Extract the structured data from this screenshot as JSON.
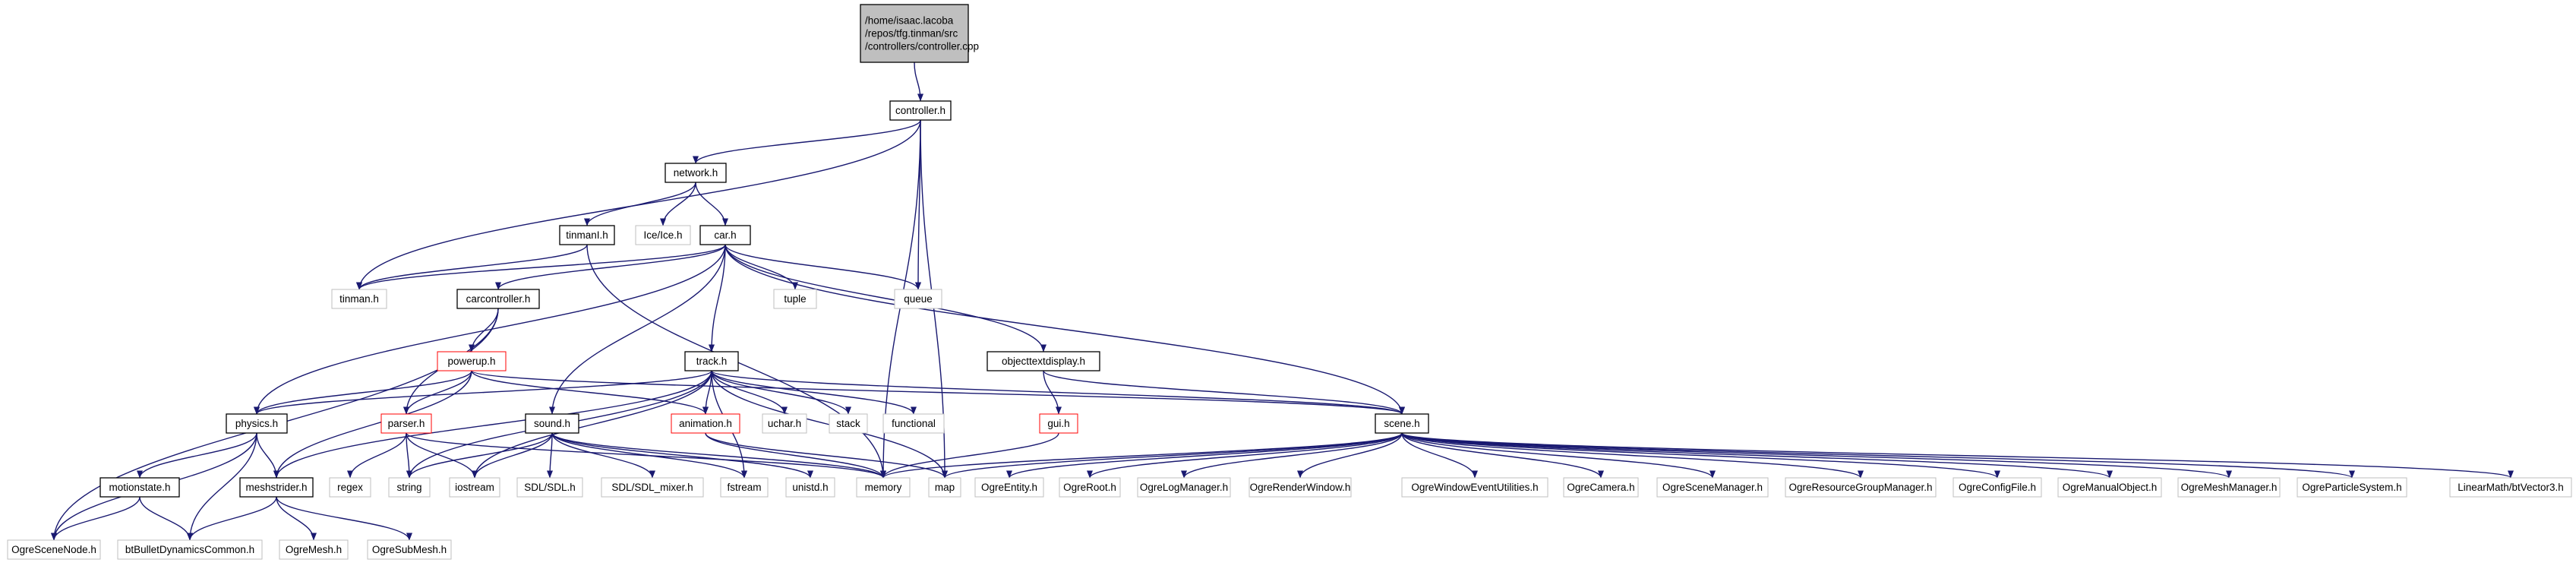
{
  "graph": {
    "title": "Include dependency graph for controller.cpp",
    "edge_color": "#191970",
    "nodes": {
      "root": {
        "lines": [
          "/home/isaac.lacoba",
          "/repos/tfg.tinman/src",
          "/controllers/controller.cpp"
        ],
        "kind": "root"
      },
      "controller": {
        "lines": [
          "controller.h"
        ],
        "kind": "documented"
      },
      "network": {
        "lines": [
          "network.h"
        ],
        "kind": "documented"
      },
      "tinman": {
        "lines": [
          "tinman.h"
        ],
        "kind": "external"
      },
      "tinmanI": {
        "lines": [
          "tinmanI.h"
        ],
        "kind": "documented"
      },
      "iceh": {
        "lines": [
          "Ice/Ice.h"
        ],
        "kind": "external"
      },
      "car": {
        "lines": [
          "car.h"
        ],
        "kind": "documented"
      },
      "tuple": {
        "lines": [
          "tuple"
        ],
        "kind": "external"
      },
      "queue": {
        "lines": [
          "queue"
        ],
        "kind": "external"
      },
      "carcontroller": {
        "lines": [
          "carcontroller.h"
        ],
        "kind": "documented"
      },
      "powerup": {
        "lines": [
          "powerup.h"
        ],
        "kind": "truncated"
      },
      "track": {
        "lines": [
          "track.h"
        ],
        "kind": "documented"
      },
      "objecttextdisplay": {
        "lines": [
          "objecttextdisplay.h"
        ],
        "kind": "documented"
      },
      "physics": {
        "lines": [
          "physics.h"
        ],
        "kind": "documented"
      },
      "parser": {
        "lines": [
          "parser.h"
        ],
        "kind": "truncated"
      },
      "sound": {
        "lines": [
          "sound.h"
        ],
        "kind": "documented"
      },
      "animation": {
        "lines": [
          "animation.h"
        ],
        "kind": "truncated"
      },
      "uchar": {
        "lines": [
          "uchar.h"
        ],
        "kind": "external"
      },
      "stack": {
        "lines": [
          "stack"
        ],
        "kind": "external"
      },
      "functional": {
        "lines": [
          "functional"
        ],
        "kind": "external"
      },
      "gui": {
        "lines": [
          "gui.h"
        ],
        "kind": "truncated"
      },
      "scene": {
        "lines": [
          "scene.h"
        ],
        "kind": "documented"
      },
      "motionstate": {
        "lines": [
          "motionstate.h"
        ],
        "kind": "documented"
      },
      "meshstrider": {
        "lines": [
          "meshstrider.h"
        ],
        "kind": "documented"
      },
      "regex": {
        "lines": [
          "regex"
        ],
        "kind": "external"
      },
      "string": {
        "lines": [
          "string"
        ],
        "kind": "external"
      },
      "iostream": {
        "lines": [
          "iostream"
        ],
        "kind": "external"
      },
      "sdl": {
        "lines": [
          "SDL/SDL.h"
        ],
        "kind": "external"
      },
      "sdlmixer": {
        "lines": [
          "SDL/SDL_mixer.h"
        ],
        "kind": "external"
      },
      "fstream": {
        "lines": [
          "fstream"
        ],
        "kind": "external"
      },
      "unistd": {
        "lines": [
          "unistd.h"
        ],
        "kind": "external"
      },
      "memory": {
        "lines": [
          "memory"
        ],
        "kind": "external"
      },
      "map": {
        "lines": [
          "map"
        ],
        "kind": "external"
      },
      "ogreentity": {
        "lines": [
          "OgreEntity.h"
        ],
        "kind": "external"
      },
      "ogreroot": {
        "lines": [
          "OgreRoot.h"
        ],
        "kind": "external"
      },
      "ogrelogmanager": {
        "lines": [
          "OgreLogManager.h"
        ],
        "kind": "external"
      },
      "ogrerenderwindow": {
        "lines": [
          "OgreRenderWindow.h"
        ],
        "kind": "external"
      },
      "ogrewindowevent": {
        "lines": [
          "OgreWindowEventUtilities.h"
        ],
        "kind": "external"
      },
      "ogrecamera": {
        "lines": [
          "OgreCamera.h"
        ],
        "kind": "external"
      },
      "ogrescenemanager": {
        "lines": [
          "OgreSceneManager.h"
        ],
        "kind": "external"
      },
      "ogreresourcegroup": {
        "lines": [
          "OgreResourceGroupManager.h"
        ],
        "kind": "external"
      },
      "ogreconfigfile": {
        "lines": [
          "OgreConfigFile.h"
        ],
        "kind": "external"
      },
      "ogremanualobject": {
        "lines": [
          "OgreManualObject.h"
        ],
        "kind": "external"
      },
      "ogremeshmanager": {
        "lines": [
          "OgreMeshManager.h"
        ],
        "kind": "external"
      },
      "ogreparticlesystem": {
        "lines": [
          "OgreParticleSystem.h"
        ],
        "kind": "external"
      },
      "btvector3": {
        "lines": [
          "LinearMath/btVector3.h"
        ],
        "kind": "external"
      },
      "ogrescenenode": {
        "lines": [
          "OgreSceneNode.h"
        ],
        "kind": "external"
      },
      "btbullet": {
        "lines": [
          "btBulletDynamicsCommon.h"
        ],
        "kind": "external"
      },
      "ogremesh": {
        "lines": [
          "OgreMesh.h"
        ],
        "kind": "external"
      },
      "ogresubmesh": {
        "lines": [
          "OgreSubMesh.h"
        ],
        "kind": "external"
      }
    },
    "edges": [
      [
        "root",
        "controller"
      ],
      [
        "controller",
        "network"
      ],
      [
        "controller",
        "tinman"
      ],
      [
        "controller",
        "queue"
      ],
      [
        "controller",
        "memory"
      ],
      [
        "controller",
        "map"
      ],
      [
        "network",
        "tinmanI"
      ],
      [
        "network",
        "iceh"
      ],
      [
        "network",
        "car"
      ],
      [
        "tinmanI",
        "tinman"
      ],
      [
        "tinmanI",
        "memory"
      ],
      [
        "car",
        "tinman"
      ],
      [
        "car",
        "carcontroller"
      ],
      [
        "car",
        "physics"
      ],
      [
        "car",
        "sound"
      ],
      [
        "car",
        "track"
      ],
      [
        "car",
        "tuple"
      ],
      [
        "car",
        "queue"
      ],
      [
        "car",
        "objecttextdisplay"
      ],
      [
        "car",
        "scene"
      ],
      [
        "carcontroller",
        "powerup"
      ],
      [
        "carcontroller",
        "parser"
      ],
      [
        "carcontroller",
        "ogrescenenode"
      ],
      [
        "powerup",
        "physics"
      ],
      [
        "powerup",
        "parser"
      ],
      [
        "powerup",
        "meshstrider"
      ],
      [
        "powerup",
        "animation"
      ],
      [
        "powerup",
        "scene"
      ],
      [
        "track",
        "physics"
      ],
      [
        "track",
        "meshstrider"
      ],
      [
        "track",
        "animation"
      ],
      [
        "track",
        "string"
      ],
      [
        "track",
        "iostream"
      ],
      [
        "track",
        "fstream"
      ],
      [
        "track",
        "uchar"
      ],
      [
        "track",
        "stack"
      ],
      [
        "track",
        "functional"
      ],
      [
        "track",
        "map"
      ],
      [
        "track",
        "scene"
      ],
      [
        "objecttextdisplay",
        "gui"
      ],
      [
        "objecttextdisplay",
        "scene"
      ],
      [
        "gui",
        "memory"
      ],
      [
        "physics",
        "motionstate"
      ],
      [
        "physics",
        "meshstrider"
      ],
      [
        "physics",
        "ogrescenenode"
      ],
      [
        "physics",
        "btbullet"
      ],
      [
        "motionstate",
        "ogrescenenode"
      ],
      [
        "motionstate",
        "btbullet"
      ],
      [
        "meshstrider",
        "btbullet"
      ],
      [
        "meshstrider",
        "ogremesh"
      ],
      [
        "meshstrider",
        "ogresubmesh"
      ],
      [
        "parser",
        "regex"
      ],
      [
        "parser",
        "string"
      ],
      [
        "parser",
        "iostream"
      ],
      [
        "parser",
        "memory"
      ],
      [
        "sound",
        "string"
      ],
      [
        "sound",
        "iostream"
      ],
      [
        "sound",
        "sdl"
      ],
      [
        "sound",
        "sdlmixer"
      ],
      [
        "sound",
        "fstream"
      ],
      [
        "sound",
        "unistd"
      ],
      [
        "sound",
        "memory"
      ],
      [
        "animation",
        "memory"
      ],
      [
        "animation",
        "map"
      ],
      [
        "scene",
        "memory"
      ],
      [
        "scene",
        "map"
      ],
      [
        "scene",
        "ogreentity"
      ],
      [
        "scene",
        "ogreroot"
      ],
      [
        "scene",
        "ogrelogmanager"
      ],
      [
        "scene",
        "ogrerenderwindow"
      ],
      [
        "scene",
        "ogrewindowevent"
      ],
      [
        "scene",
        "ogrecamera"
      ],
      [
        "scene",
        "ogrescenemanager"
      ],
      [
        "scene",
        "ogreresourcegroup"
      ],
      [
        "scene",
        "ogreconfigfile"
      ],
      [
        "scene",
        "ogremanualobject"
      ],
      [
        "scene",
        "ogremeshmanager"
      ],
      [
        "scene",
        "ogreparticlesystem"
      ],
      [
        "scene",
        "btvector3"
      ]
    ]
  }
}
